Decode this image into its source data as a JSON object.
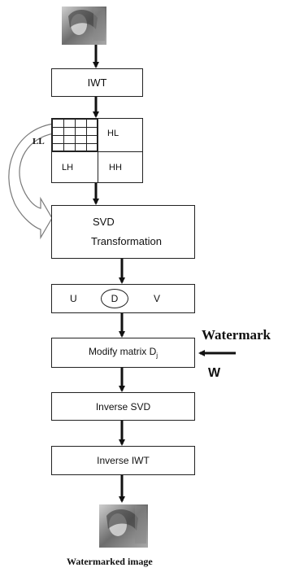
{
  "labels": {
    "iwt": "IWT",
    "ll": "LL",
    "hl": "HL",
    "lh": "LH",
    "hh": "HH",
    "svd_line1": "SVD",
    "svd_line2": "Transformation",
    "u": "U",
    "d": "D",
    "v": "V",
    "modify": "Modify matrix D",
    "modify_sub": "j",
    "watermark": "Watermark",
    "w": "W",
    "inverse_svd": "Inverse SVD",
    "inverse_iwt": "Inverse IWT",
    "watermarked_image": "Watermarked image"
  },
  "colors": {
    "stroke": "#222222",
    "arrow": "#111111",
    "curve_fill": "#ffffff",
    "curve_stroke": "#7a7a7a"
  }
}
